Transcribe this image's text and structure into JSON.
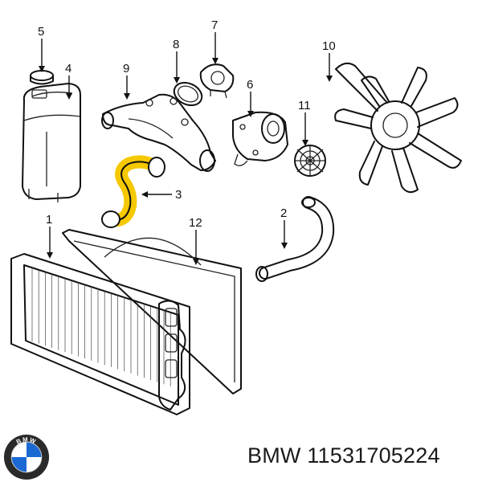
{
  "callouts": {
    "c1": "1",
    "c2": "2",
    "c3": "3",
    "c4": "4",
    "c5": "5",
    "c6": "6",
    "c7": "7",
    "c8": "8",
    "c9": "9",
    "c10": "10",
    "c11": "11",
    "c12": "12"
  },
  "highlight_color": "#f5c800",
  "logo": {
    "text": "BMW",
    "ring_color": "#2a2a2a",
    "quarter_blue": "#1c69d4"
  },
  "caption": {
    "brand": "BMW",
    "part_number": "11531705224"
  }
}
